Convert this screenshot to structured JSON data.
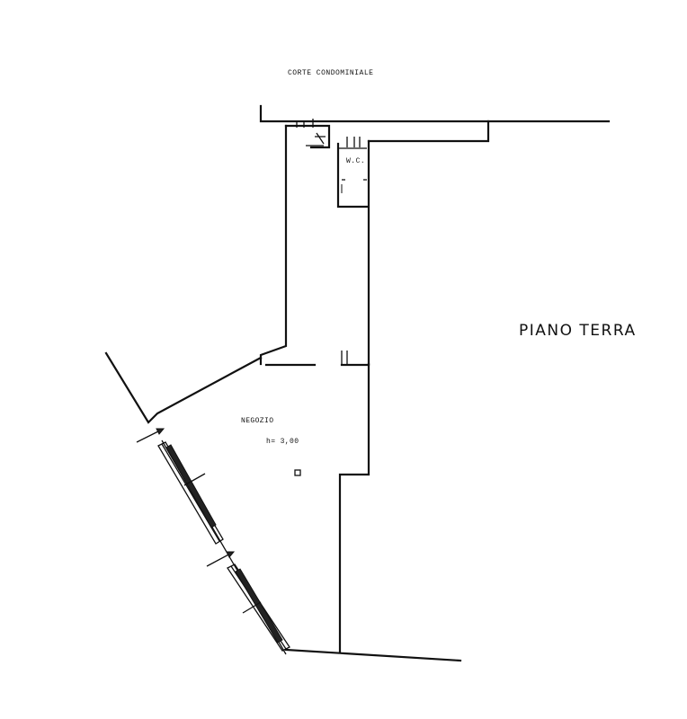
{
  "plan": {
    "title": "PIANO TERRA",
    "courtyard_label": "CORTE CONDOMINIALE",
    "room_label": "NEGOZIO",
    "height_label": "h= 3,00",
    "wc_label": "W.C."
  }
}
